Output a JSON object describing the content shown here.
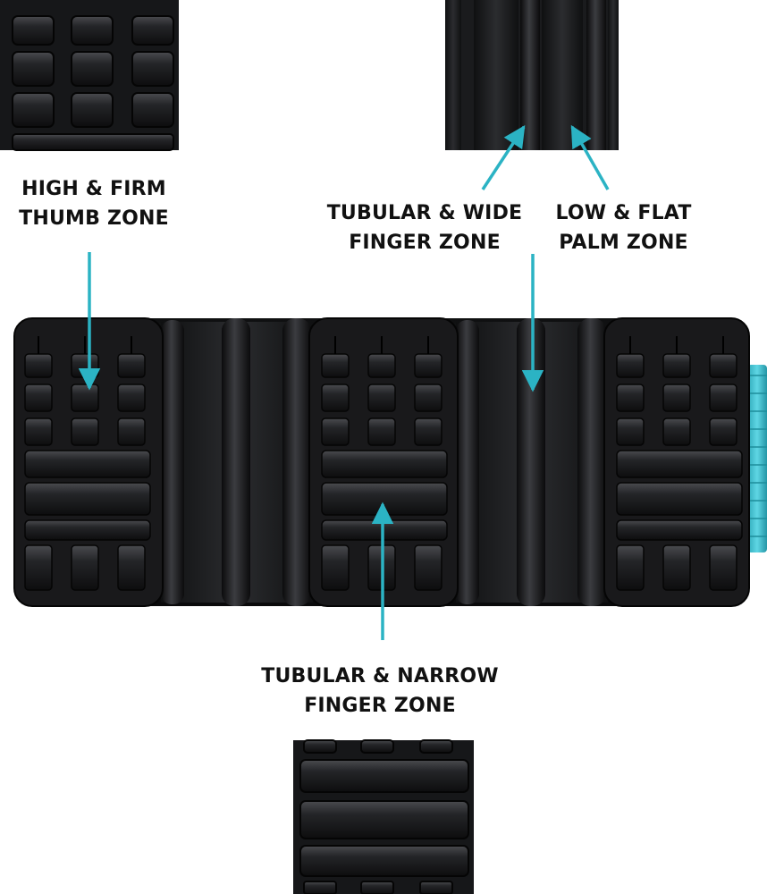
{
  "labels": {
    "thumb_zone": {
      "line1": "HIGH & FIRM",
      "line2": "THUMB  ZONE"
    },
    "wide_finger_zone": {
      "line1": "TUBULAR & WIDE",
      "line2": "FINGER  ZONE"
    },
    "palm_zone": {
      "line1": "LOW & FLAT",
      "line2": "PALM  ZONE"
    },
    "narrow_finger_zone": {
      "line1": "TUBULAR  & NARROW",
      "line2": "FINGER ZONE"
    }
  },
  "colors": {
    "roller": "#1b1c1e",
    "roller_highlight": "#3a3b3e",
    "arrow": "#2bb3c4",
    "end_cap": "#3cc3d4",
    "text": "#111111",
    "background": "#ffffff"
  }
}
